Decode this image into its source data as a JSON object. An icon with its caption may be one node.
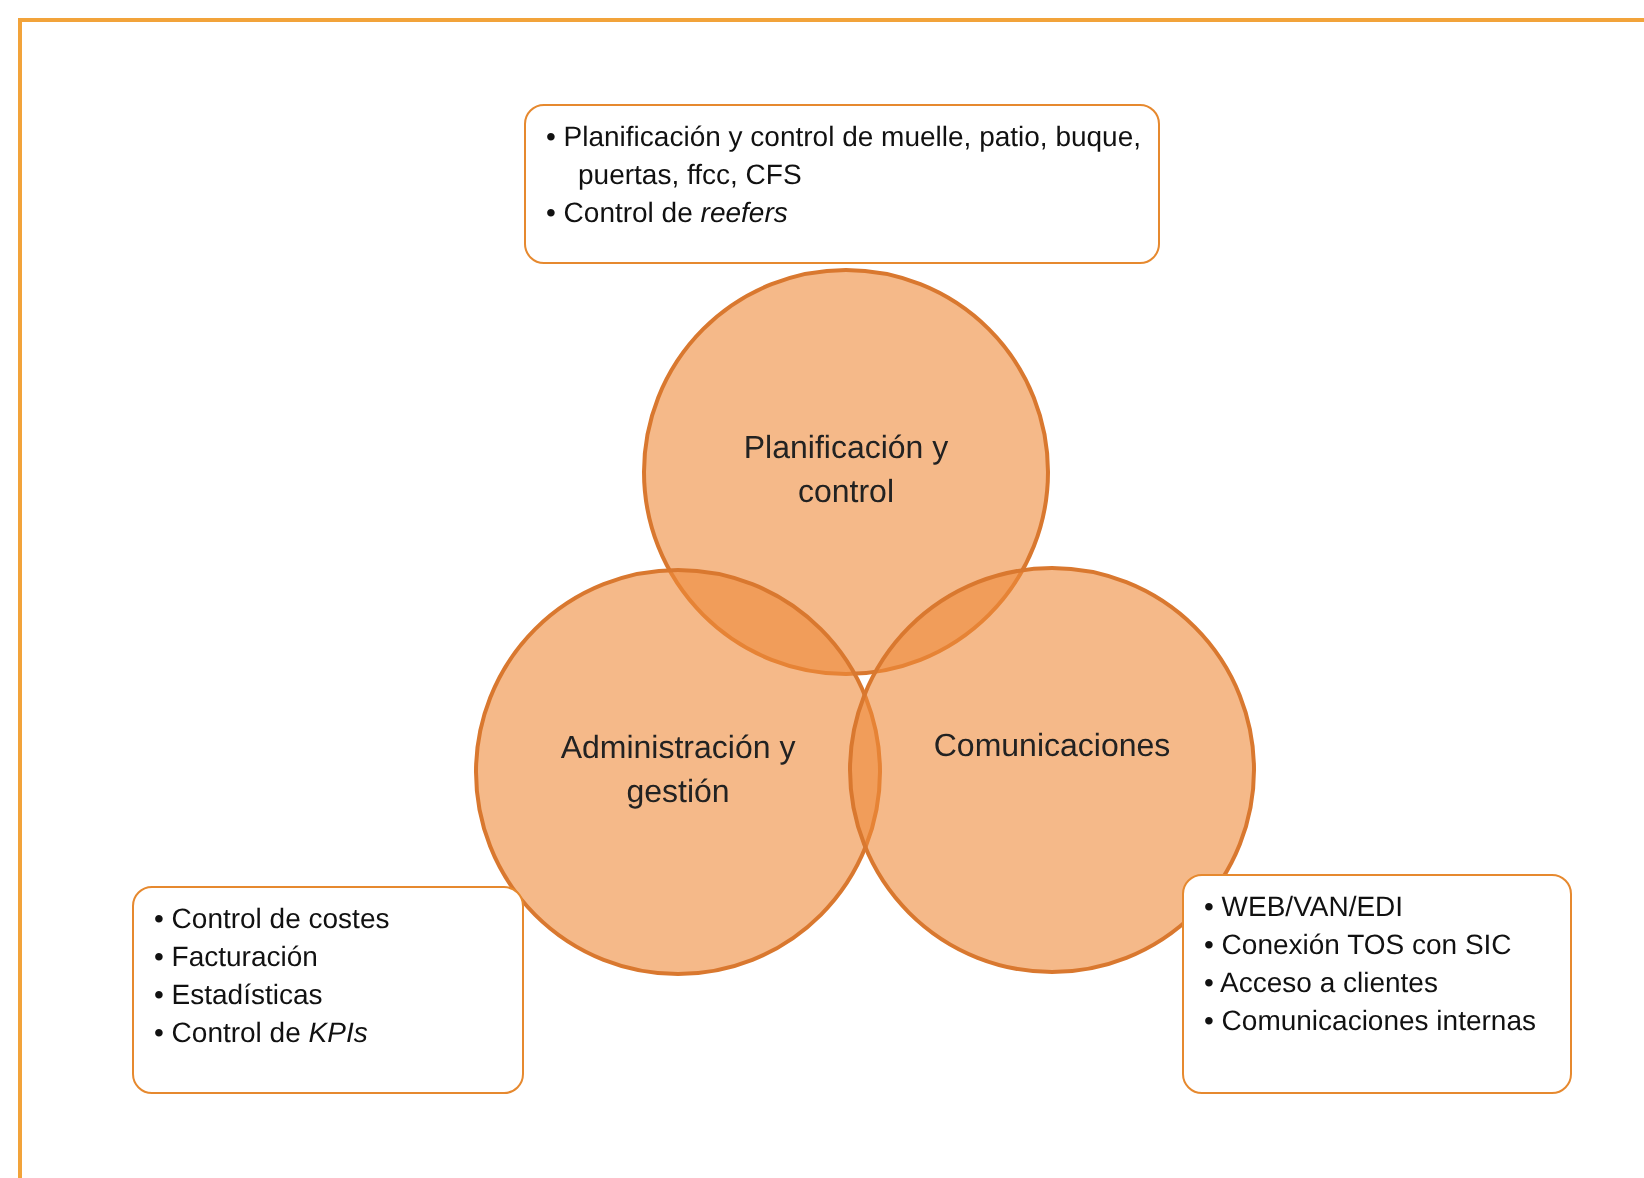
{
  "diagram": {
    "nodes": [
      {
        "text": [
          "• Planificación y control de muelle, patio, buque, puertas, ffcc, CFS",
          "• Control de *reefers*"
        ]
      },
      {
        "text": [
          "Planificación y control"
        ]
      },
      {
        "text": [
          "Administración y gestión"
        ]
      },
      {
        "text": [
          "Comunicaciones"
        ]
      },
      {
        "text": [
          "• Control de costes",
          "• Facturación",
          "• Estadísticas",
          "• Control de *KPIs*"
        ]
      },
      {
        "text": [
          "• WEB/VAN/EDI",
          "• Conexión TOS con SIC",
          "• Acceso a clientes",
          "• Comunicaciones internas"
        ]
      }
    ]
  }
}
